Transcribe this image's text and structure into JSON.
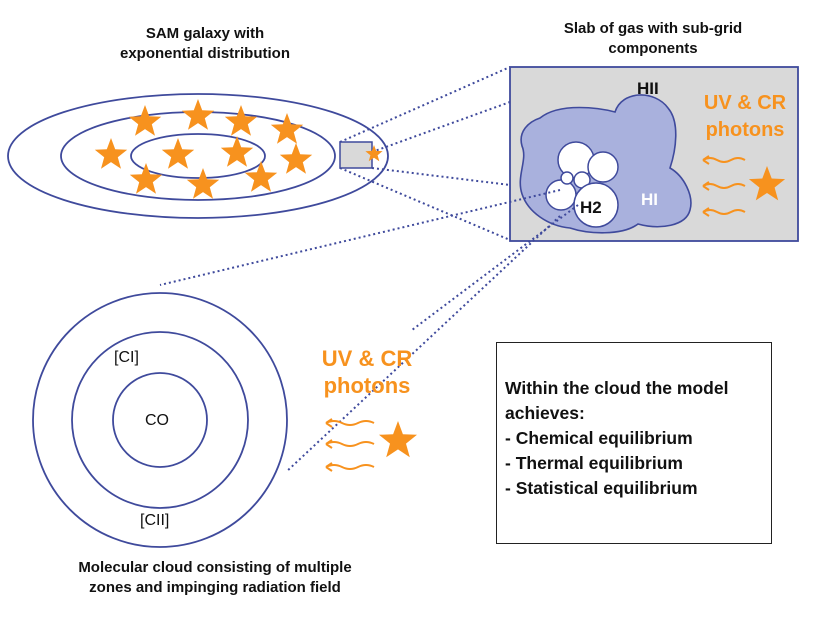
{
  "captions": {
    "galaxy_line1": "SAM galaxy with",
    "galaxy_line2": "exponential distribution",
    "slab_line1": "Slab of gas with sub-grid",
    "slab_line2": "components",
    "cloud_line1": "Molecular cloud consisting of multiple",
    "cloud_line2": "zones and impinging radiation field"
  },
  "slab": {
    "hii": "HII",
    "hi": "HI",
    "h2": "H2",
    "radiation_line1": "UV & CR",
    "radiation_line2": "photons"
  },
  "cloud": {
    "inner": "CO",
    "middle": "[CI]",
    "outer": "[CII]",
    "radiation_line1": "UV & CR",
    "radiation_line2": "photons"
  },
  "model_box": {
    "heading_line1": "Within the cloud the model",
    "heading_line2": "achieves:",
    "items": [
      "Chemical equilibrium",
      "Thermal equilibrium",
      "Statistical equilibrium"
    ]
  },
  "colors": {
    "star": "#f7921e",
    "orbit": "#3f4a9c",
    "slab_bg": "#d9d9d9",
    "gas": "#a9b1dd",
    "text_orange": "#f7921e",
    "dotted": "#3f4a9c"
  }
}
